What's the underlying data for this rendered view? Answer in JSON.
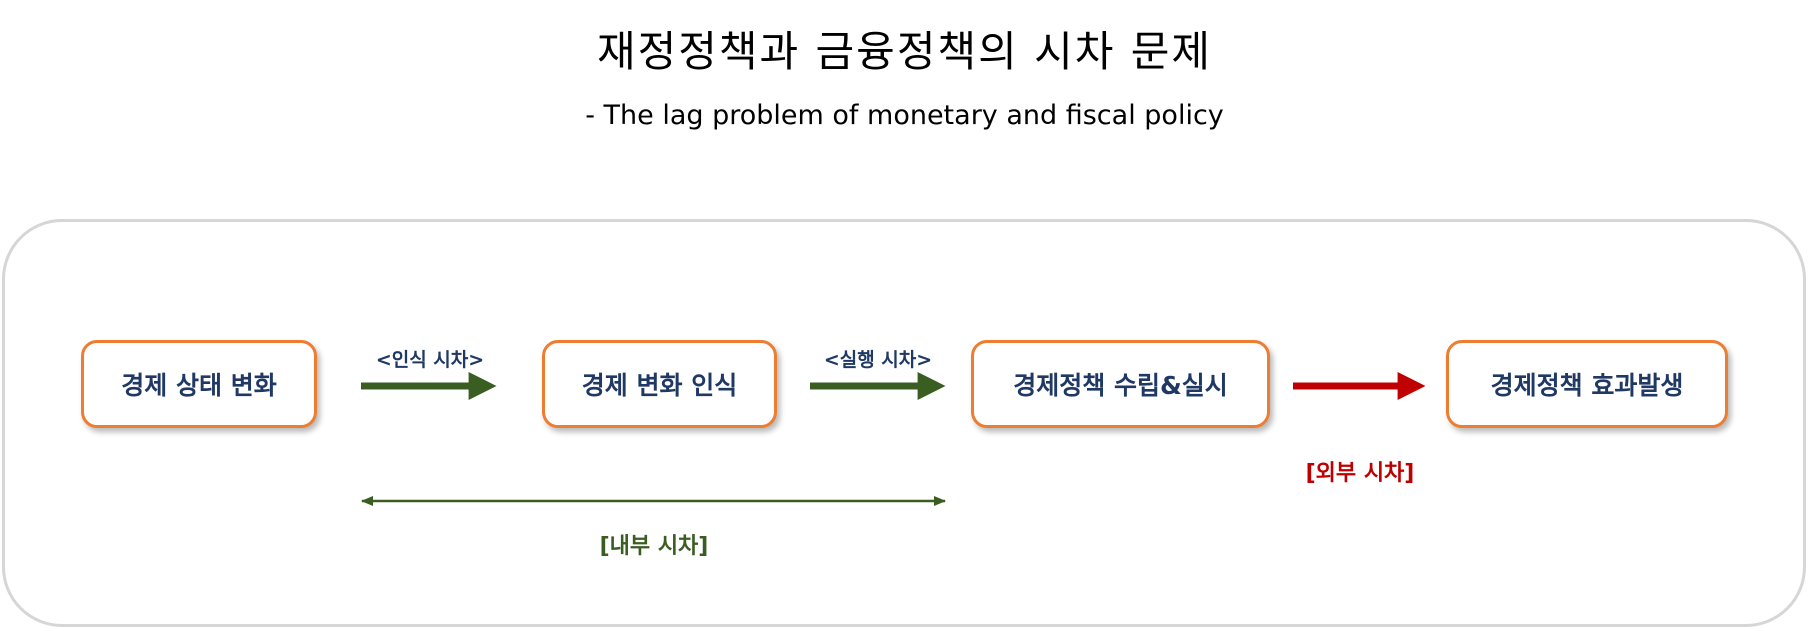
{
  "header": {
    "title": "재정정책과 금융정책의 시차 문제",
    "subtitle": "- The lag problem of monetary and fiscal policy"
  },
  "flow": {
    "nodes": [
      {
        "label": "경제 상태 변화"
      },
      {
        "label": "경제 변화 인식"
      },
      {
        "label": "경제정책 수립&실시"
      },
      {
        "label": "경제정책 효과발생"
      }
    ],
    "lags": [
      {
        "label": "<인식 시차>"
      },
      {
        "label": "<실행 시차>"
      }
    ],
    "internal_lag": {
      "label": "[내부 시차]"
    },
    "external_lag": {
      "label": "[외부 시차]"
    }
  },
  "colors": {
    "node_border": "#ed7d31",
    "node_text": "#1f3864",
    "internal_arrow": "#3a5e22",
    "external_arrow": "#c00000",
    "frame_border": "#d6d6d6"
  }
}
